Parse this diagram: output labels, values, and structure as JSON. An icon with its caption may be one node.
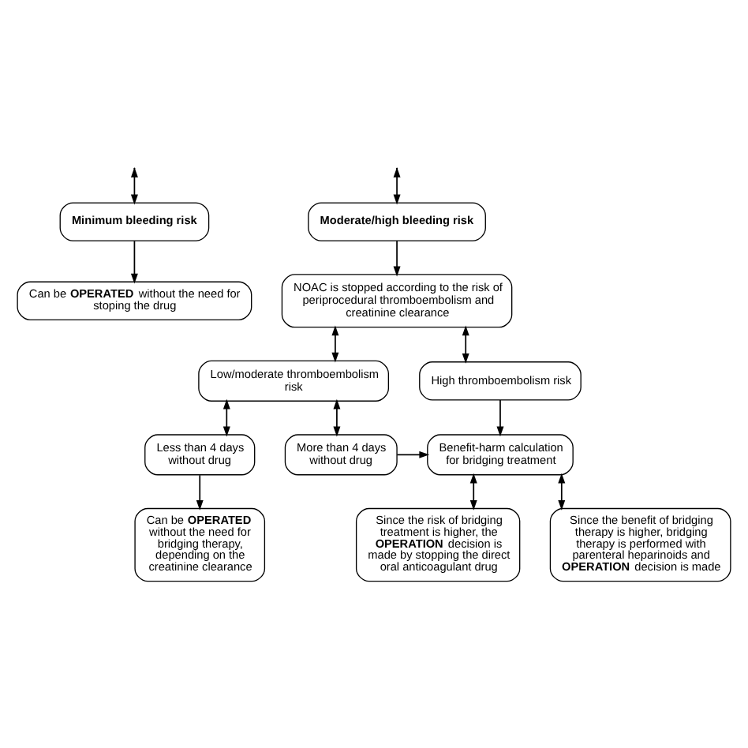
{
  "diagram": {
    "nodes": [
      {
        "text": [
          "Minimum bleeding risk"
        ]
      },
      {
        "text": [
          "Moderate/high bleeding risk"
        ]
      },
      {
        "text": [
          "Can be **OPERATED** without the need for stoping the drug"
        ]
      },
      {
        "text": [
          "NOAC is stopped according to the risk of periprocedural thromboembolism and creatinine clearance"
        ]
      },
      {
        "text": [
          "Low/moderate thromboembolism risk"
        ]
      },
      {
        "text": [
          "High thromboembolism risk"
        ]
      },
      {
        "text": [
          "Less than 4 days without drug"
        ]
      },
      {
        "text": [
          "More than 4 days without drug"
        ]
      },
      {
        "text": [
          "Benefit-harm calculation for bridging treatment"
        ]
      },
      {
        "text": [
          "Can be **OPERATED** without the need for bridging therapy, depending on the creatinine clearance"
        ]
      },
      {
        "text": [
          "Since the risk of bridging treatment is higher, the **OPERATION** decision is made by stopping the direct oral anticoagulant drug"
        ]
      },
      {
        "text": [
          "Since the benefit of bridging therapy is higher, bridging therapy is performed with parenteral heparinoids and **OPERATION** decision is made"
        ]
      }
    ],
    "edges": [
      {
        "from": null,
        "to": 0,
        "arrow": "both"
      },
      {
        "from": null,
        "to": 1,
        "arrow": "both"
      },
      {
        "from": 0,
        "to": 2,
        "arrow": "to"
      },
      {
        "from": 1,
        "to": 3,
        "arrow": "to"
      },
      {
        "from": 3,
        "to": 4,
        "arrow": "both"
      },
      {
        "from": 3,
        "to": 5,
        "arrow": "both"
      },
      {
        "from": 4,
        "to": 6,
        "arrow": "both"
      },
      {
        "from": 4,
        "to": 7,
        "arrow": "both"
      },
      {
        "from": 5,
        "to": 8,
        "arrow": "to"
      },
      {
        "from": 7,
        "to": 8,
        "arrow": "to"
      },
      {
        "from": 6,
        "to": 9,
        "arrow": "to"
      },
      {
        "from": 8,
        "to": 10,
        "arrow": "both"
      },
      {
        "from": 8,
        "to": 11,
        "arrow": "both"
      }
    ]
  }
}
